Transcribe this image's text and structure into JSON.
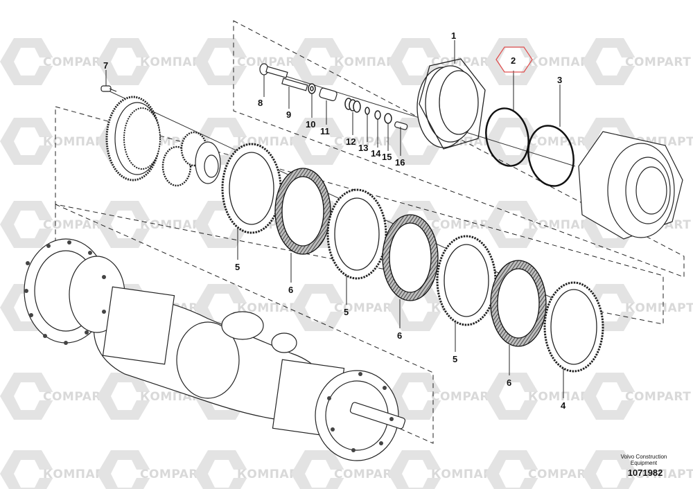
{
  "watermark": {
    "latin": "COMPART",
    "cyrillic": "КОМПАРТ"
  },
  "brand": {
    "line1": "Volvo Construction",
    "line2": "Equipment"
  },
  "drawing_number": "1071982",
  "callouts": [
    {
      "id": "c1",
      "label": "1"
    },
    {
      "id": "c2",
      "label": "2"
    },
    {
      "id": "c3",
      "label": "3"
    },
    {
      "id": "c4",
      "label": "4"
    },
    {
      "id": "c5a",
      "label": "5"
    },
    {
      "id": "c5b",
      "label": "5"
    },
    {
      "id": "c5c",
      "label": "5"
    },
    {
      "id": "c6a",
      "label": "6"
    },
    {
      "id": "c6b",
      "label": "6"
    },
    {
      "id": "c6c",
      "label": "6"
    },
    {
      "id": "c7",
      "label": "7"
    },
    {
      "id": "c8",
      "label": "8"
    },
    {
      "id": "c9",
      "label": "9"
    },
    {
      "id": "c10",
      "label": "10"
    },
    {
      "id": "c11",
      "label": "11"
    },
    {
      "id": "c12",
      "label": "12"
    },
    {
      "id": "c13",
      "label": "13"
    },
    {
      "id": "c14",
      "label": "14"
    },
    {
      "id": "c15",
      "label": "15"
    },
    {
      "id": "c16",
      "label": "16"
    }
  ],
  "highlight_color": "#e05050"
}
